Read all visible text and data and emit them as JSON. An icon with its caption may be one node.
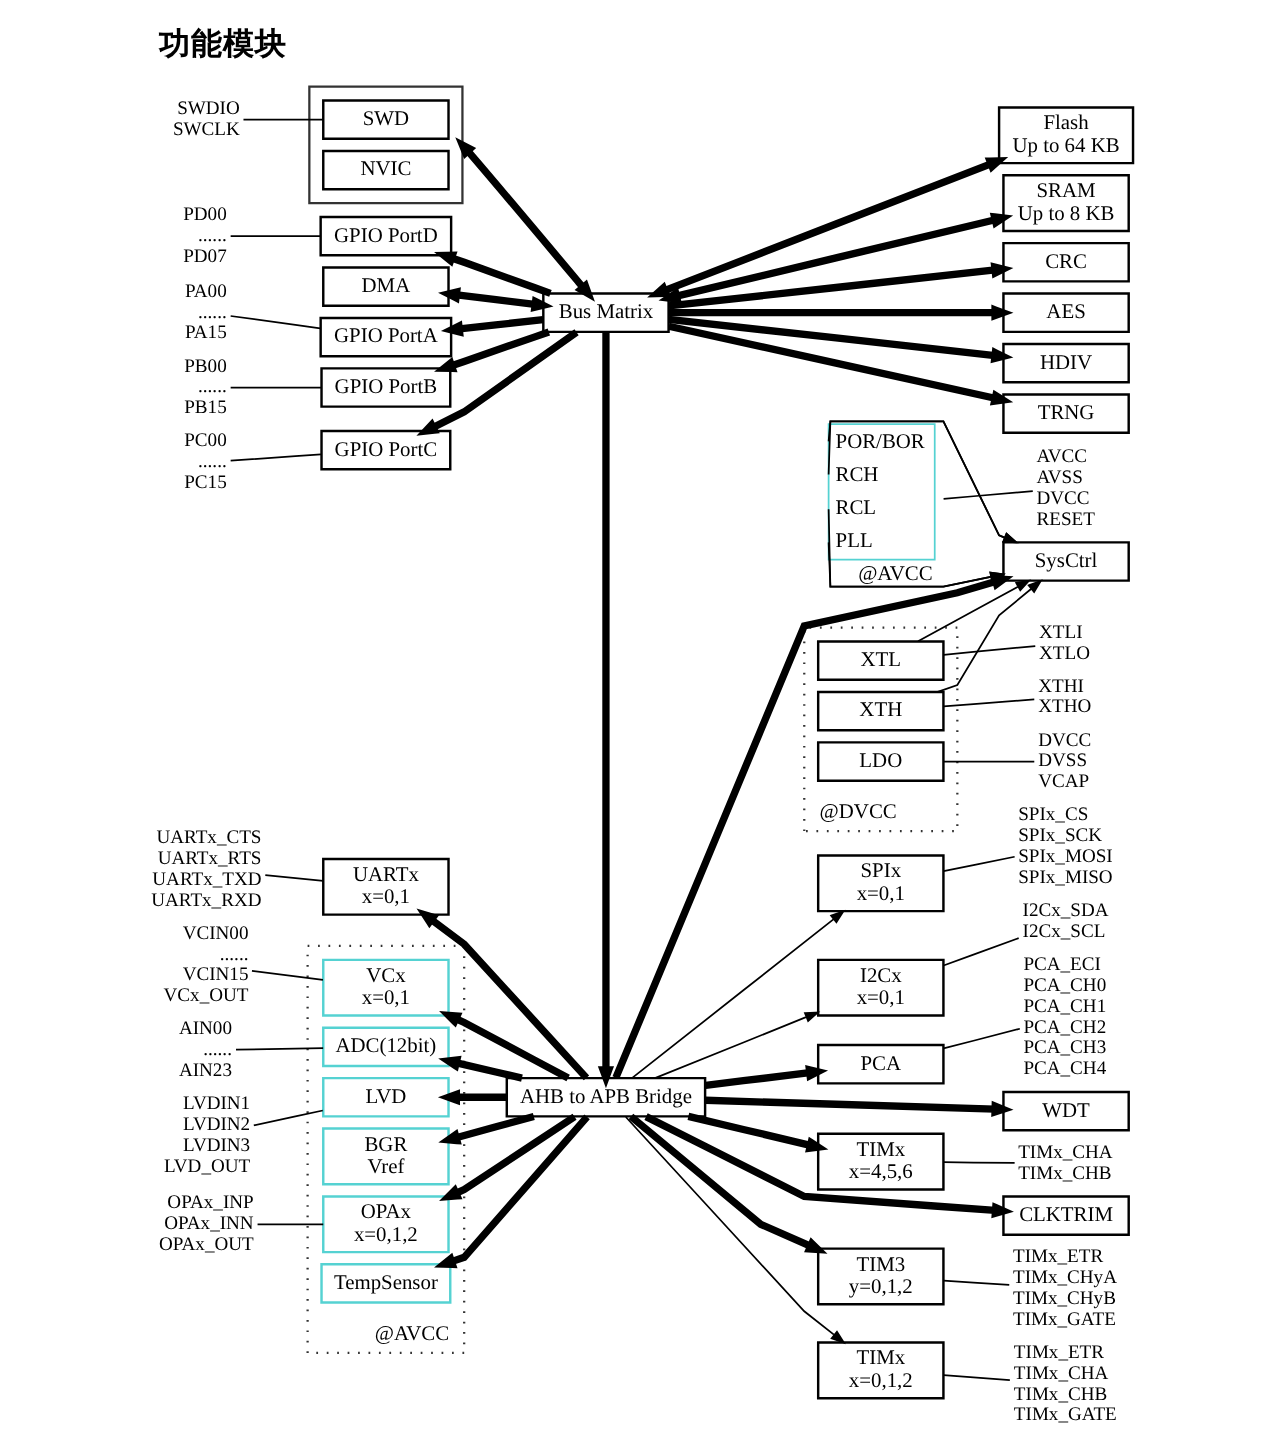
{
  "diagram": {
    "title": "功能模块",
    "nodes": [
      {
        "text": [],
        "shape": "box"
      },
      {
        "text": [
          "SWD"
        ],
        "in": 0
      },
      {
        "text": [
          "NVIC"
        ],
        "in": 0
      },
      {
        "text": [
          "SWDIO",
          "SWCLK"
        ]
      },
      {
        "text": [
          "Bus Matrix"
        ]
      },
      {
        "text": [
          "Flash",
          "Up to 64 KB"
        ]
      },
      {
        "text": [
          "POR/BOR",
          "RCH",
          "RCL",
          "PLL"
        ],
        "beside": [
          "@AVCC"
        ]
      },
      {
        "text": [
          "AVCC",
          "AVSS",
          "DVCC",
          "RESET"
        ]
      },
      {
        "text": [
          "DMA"
        ]
      },
      {
        "text": [
          "SRAM",
          "Up to 8 KB"
        ]
      },
      {
        "text": [
          "PA00",
          "......",
          "PA15"
        ]
      },
      {
        "text": [
          "GPIO PortA"
        ]
      },
      {
        "text": [
          "CRC"
        ]
      },
      {
        "text": [
          "@DVCC"
        ]
      },
      {
        "text": [
          "LDO"
        ],
        "in": 13
      },
      {
        "text": [
          "DVCC",
          "DVSS",
          "VCAP"
        ]
      },
      {
        "text": [
          "PB00",
          "......",
          "PB15"
        ]
      },
      {
        "text": [
          "GPIO PortB"
        ]
      },
      {
        "text": [
          "AES"
        ]
      },
      {
        "text": [
          "XTL"
        ],
        "in": 13
      },
      {
        "text": [
          "XTLI",
          "XTLO"
        ]
      },
      {
        "text": [
          "PC00",
          "......",
          "PC15"
        ]
      },
      {
        "text": [
          "GPIO PortC"
        ]
      },
      {
        "text": [
          "HDIV"
        ]
      },
      {
        "text": [
          "XTH"
        ],
        "in": 13
      },
      {
        "text": [
          "XTHI",
          "XTHO"
        ]
      },
      {
        "text": [
          "PD00",
          "......",
          "PD07"
        ]
      },
      {
        "text": [
          "GPIO PortD"
        ]
      },
      {
        "text": [
          "TRNG"
        ]
      },
      {
        "text": [
          "AHB to APB Bridge"
        ]
      },
      {
        "text": [
          "SysCtrl"
        ]
      },
      {
        "text": [
          "UARTx_CTS",
          "UARTx_RTS",
          "UARTx_TXD",
          "UARTx_RXD"
        ]
      },
      {
        "text": [
          "UARTx",
          "x=0,1"
        ]
      },
      {
        "text": [
          "PCA"
        ]
      },
      {
        "text": [
          "PCA_ECI",
          "PCA_CH0",
          "PCA_CH1",
          "PCA_CH2",
          "PCA_CH3",
          "PCA_CH4"
        ]
      },
      {
        "text": [
          "WDT"
        ]
      },
      {
        "text": [
          "TIMx",
          "x=4,5,6"
        ]
      },
      {
        "text": [
          "TIMx_CHA",
          "TIMx_CHB"
        ]
      },
      {
        "text": [
          "@AVCC"
        ]
      },
      {
        "text": [
          "VCIN00",
          "......",
          "VCIN15",
          "VCx_OUT"
        ]
      },
      {
        "text": [
          "VCx",
          "x=0,1"
        ],
        "in": 38
      },
      {
        "text": [
          "CLKTRIM"
        ]
      },
      {
        "text": [
          "TIM3",
          "y=0,1,2"
        ]
      },
      {
        "text": [
          "TIMx_ETR",
          "TIMx_CHyA",
          "TIMx_CHyB",
          "TIMx_GATE"
        ]
      },
      {
        "text": [
          "AIN00",
          "......",
          "AIN23"
        ]
      },
      {
        "text": [
          "ADC(12bit)"
        ],
        "in": 38
      },
      {
        "text": [
          "TIMx",
          "x=0,1,2"
        ]
      },
      {
        "text": [
          "TIMx_ETR",
          "TIMx_CHA",
          "TIMx_CHB",
          "TIMx_GATE"
        ]
      },
      {
        "text": [
          "LVDIN1",
          "LVDIN2",
          "LVDIN3",
          "LVD_OUT"
        ]
      },
      {
        "text": [
          "LVD"
        ],
        "in": 38
      },
      {
        "text": [
          "BGR",
          "Vref"
        ],
        "in": 38
      },
      {
        "text": [
          "SPIx",
          "x=0,1"
        ]
      },
      {
        "text": [
          "SPIx_CS",
          "SPIx_SCK",
          "SPIx_MOSI",
          "SPIx_MISO"
        ]
      },
      {
        "text": [
          "OPAx_INP",
          "OPAx_INN",
          "OPAx_OUT"
        ]
      },
      {
        "text": [
          "OPAx",
          "x=0,1,2"
        ],
        "in": 38
      },
      {
        "text": [
          "TempSensor"
        ],
        "in": 38
      },
      {
        "text": [
          "I2Cx",
          "x=0,1"
        ]
      },
      {
        "text": [
          "I2Cx_SDA",
          "I2Cx_SCL"
        ]
      }
    ],
    "edges": [
      {
        "from": 0,
        "to": 4,
        "arrow": "both",
        "style": "thick"
      },
      {
        "from": 4,
        "to": 5,
        "arrow": "both",
        "style": "thick"
      },
      {
        "from": 3,
        "to": 1,
        "arrow": "none"
      },
      {
        "from": 6,
        "to": 7,
        "arrow": "none"
      },
      {
        "from": 8,
        "to": 4,
        "arrow": "both",
        "style": "thick"
      },
      {
        "from": 4,
        "to": 9,
        "arrow": "both",
        "style": "thick"
      },
      {
        "from": 6,
        "to": 30,
        "arrow": "to"
      },
      {
        "from": 6,
        "to": 30,
        "arrow": "to"
      },
      {
        "from": 6,
        "to": 30,
        "arrow": "to"
      },
      {
        "from": 6,
        "to": 30,
        "arrow": "to"
      },
      {
        "from": 10,
        "to": 11,
        "arrow": "none"
      },
      {
        "from": 4,
        "to": 11,
        "arrow": "to",
        "style": "thick"
      },
      {
        "from": 4,
        "to": 12,
        "arrow": "to",
        "style": "thick"
      },
      {
        "from": 14,
        "to": 15,
        "arrow": "none"
      },
      {
        "from": 16,
        "to": 17,
        "arrow": "none"
      },
      {
        "from": 4,
        "to": 17,
        "arrow": "to",
        "style": "thick"
      },
      {
        "from": 4,
        "to": 18,
        "arrow": "to",
        "style": "thick"
      },
      {
        "from": 19,
        "to": 20,
        "arrow": "none"
      },
      {
        "from": 19,
        "to": 30,
        "arrow": "to"
      },
      {
        "from": 21,
        "to": 22,
        "arrow": "none"
      },
      {
        "from": 4,
        "to": 22,
        "arrow": "to",
        "style": "thick"
      },
      {
        "from": 4,
        "to": 23,
        "arrow": "to",
        "style": "thick"
      },
      {
        "from": 24,
        "to": 25,
        "arrow": "none"
      },
      {
        "from": 24,
        "to": 30,
        "arrow": "to"
      },
      {
        "from": 26,
        "to": 27,
        "arrow": "none"
      },
      {
        "from": 4,
        "to": 27,
        "arrow": "to",
        "style": "thick"
      },
      {
        "from": 4,
        "to": 28,
        "arrow": "to",
        "style": "thick"
      },
      {
        "from": 4,
        "to": 29,
        "arrow": "to",
        "style": "thick"
      },
      {
        "from": 29,
        "to": 30,
        "arrow": "to",
        "style": "thick"
      },
      {
        "from": 31,
        "to": 32,
        "arrow": "none"
      },
      {
        "from": 29,
        "to": 32,
        "arrow": "to",
        "style": "thick"
      },
      {
        "from": 29,
        "to": 33,
        "arrow": "to",
        "style": "thick"
      },
      {
        "from": 33,
        "to": 34,
        "arrow": "none"
      },
      {
        "from": 29,
        "to": 35,
        "arrow": "to",
        "style": "thick"
      },
      {
        "from": 29,
        "to": 36,
        "arrow": "to",
        "style": "thick"
      },
      {
        "from": 36,
        "to": 37,
        "arrow": "none"
      },
      {
        "from": 39,
        "to": 40,
        "arrow": "none"
      },
      {
        "from": 29,
        "to": 40,
        "arrow": "to",
        "style": "thick"
      },
      {
        "from": 29,
        "to": 41,
        "arrow": "to",
        "style": "thick"
      },
      {
        "from": 29,
        "to": 42,
        "arrow": "to",
        "style": "thick"
      },
      {
        "from": 42,
        "to": 43,
        "arrow": "none"
      },
      {
        "from": 44,
        "to": 45,
        "arrow": "none"
      },
      {
        "from": 29,
        "to": 45,
        "arrow": "to",
        "style": "thick"
      },
      {
        "from": 29,
        "to": 46,
        "arrow": "to"
      },
      {
        "from": 46,
        "to": 47,
        "arrow": "none"
      },
      {
        "from": 48,
        "to": 49,
        "arrow": "none"
      },
      {
        "from": 29,
        "to": 49,
        "arrow": "to",
        "style": "thick"
      },
      {
        "from": 29,
        "to": 50,
        "arrow": "to",
        "style": "thick"
      },
      {
        "from": 29,
        "to": 51,
        "arrow": "to"
      },
      {
        "from": 51,
        "to": 52,
        "arrow": "none"
      },
      {
        "from": 53,
        "to": 54,
        "arrow": "none"
      },
      {
        "from": 29,
        "to": 54,
        "arrow": "to",
        "style": "thick"
      },
      {
        "from": 29,
        "to": 55,
        "arrow": "to",
        "style": "thick"
      },
      {
        "from": 29,
        "to": 56,
        "arrow": "to"
      },
      {
        "from": 56,
        "to": 57,
        "arrow": "none"
      }
    ]
  }
}
